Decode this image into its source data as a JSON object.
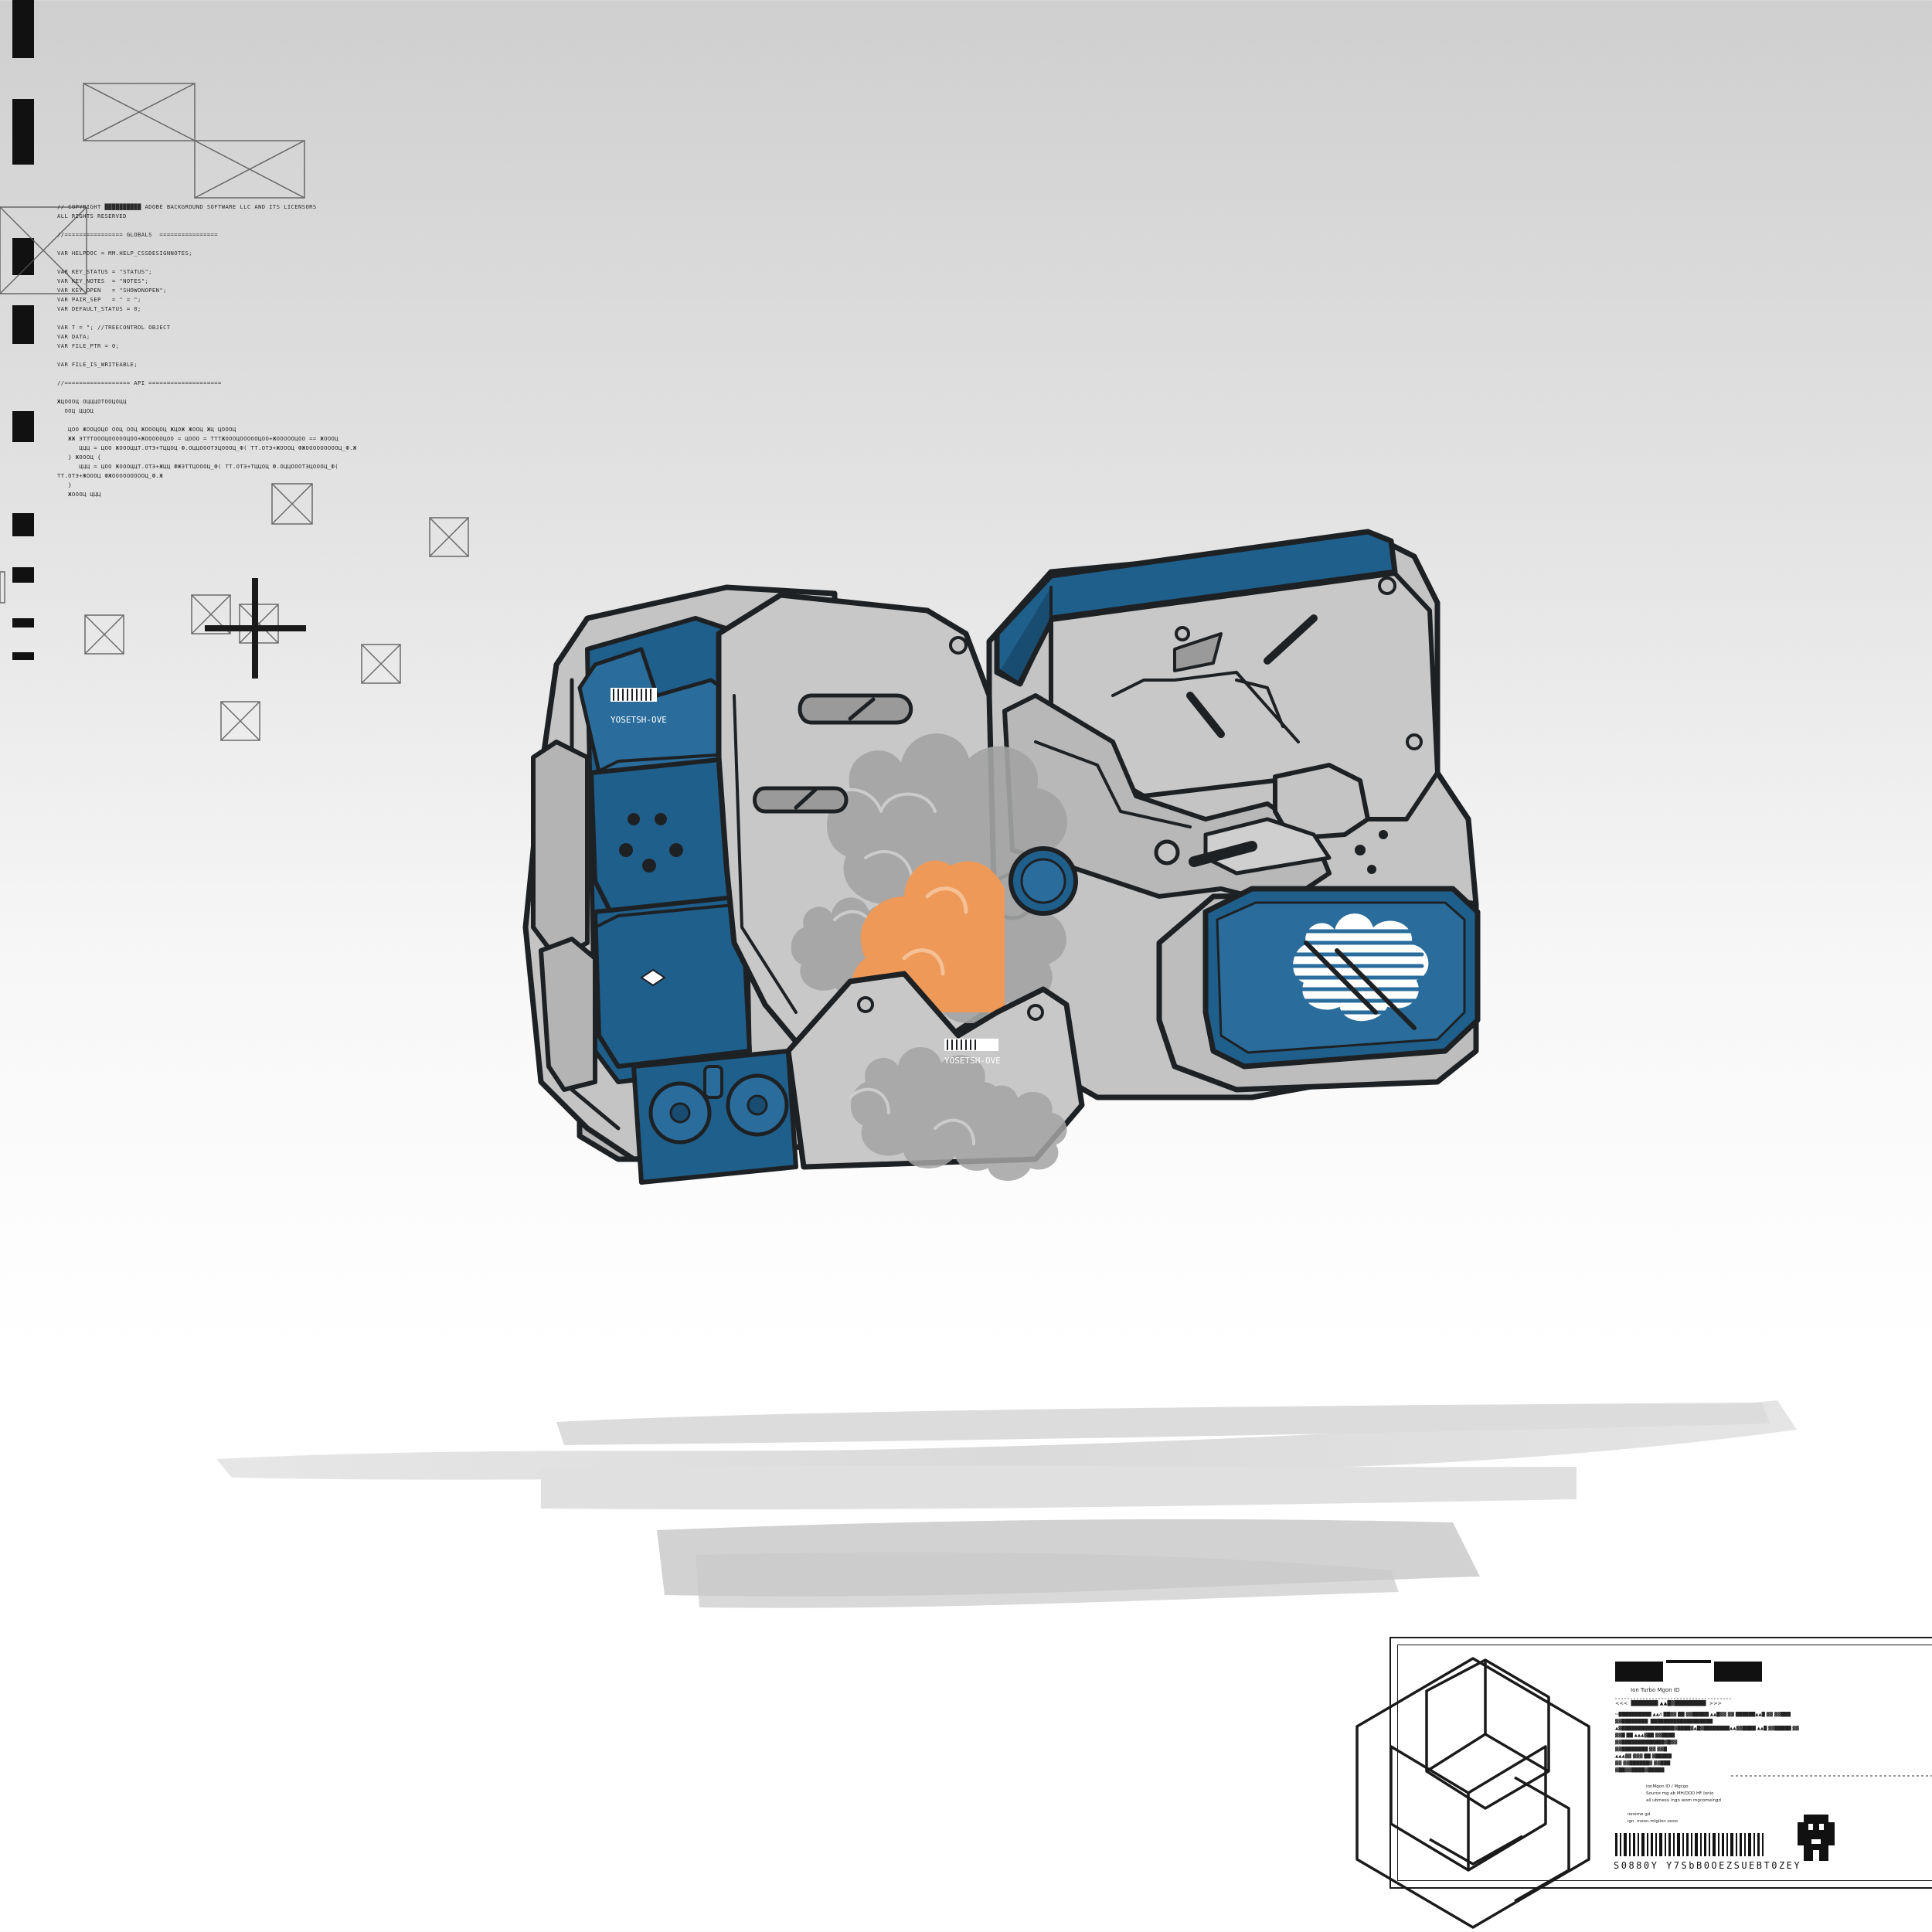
{
  "code_block": {
    "lines": [
      "// COPYRIGHT ██████████ ADOBE BACKGROUND SOFTWARE LLC AND ITS LICENSORS",
      "ALL RIGHTS RESERVED",
      "",
      "//================ GLOBALS  ================",
      "",
      "VAR HELPDOC = MM.HELP_CSSDESIGNNOTES;",
      "",
      "VAR KEY_STATUS = \"STATUS\";",
      "VAR KEY_NOTES  = \"NOTES\";",
      "VAR KEY_OPEN   = \"SHOWONOPEN\";",
      "VAR PAIR_SEP   = \" = \";",
      "VAR DEFAULT_STATUS = 0;",
      "",
      "VAR T = \"; //TREECONTROL OBJECT",
      "VAR DATA;",
      "VAR FILE_PTR = 0;",
      "",
      "VAR FILE_IS_WRITEABLE;",
      "",
      "//================== API ====================",
      "",
      "ЖЦОООЦ ОЦЦЦОТООЦОЦЦ",
      "  ООЦ ЦЦОЦ",
      "",
      "   ЦОО ЖООЦОЦО ООЦ ООЦ ЖОООЦОЦ ЖЦОЖ ЖООЦ ЖЦ ЦОООЦ",
      "   ЖЖ ЭТТТОООЦОООООЦОО+ЖОООООЦОО = ЦООО = ТТТЖОООЦОООООЦОО+ЖОООООЦОО == ЖОООЦ",
      "      ЦЦЦ = ЦОО ЖОООЦЦТ.ОТЭ+ТЦЦОЦ Ф.ОЦЦОООТЭЦОООЦ_Ф( ТТ.ОТЭ+ЖОООЦ ФЖОООООООООЦ_Ф.Ж",
      "   } ЖОООЦ {",
      "      ЦЦЦ = ЦОО ЖОООЦЦТ.ОТЭ+ЖЦЦ ФЖЭТТЦОООЦ_Ф( ТТ.ОТЭ+ТЦЦОЦ Ф.ОЦЦОООТЭЦОООЦ_Ф(",
      "ТТ.ОТЭ+ЖОООЦ ФЖОООООООООЦ_Ф.Ж",
      "   }",
      "   ЖОООЦ ЦЦЦ"
    ]
  },
  "spec_panel": {
    "title": "Ion Turbo Mgon ID",
    "subtitle": "<<<  ███████ ▲▲█▓████████  >>>",
    "body_lines": [
      "ꟷ██████████ ▲▲Δ ██▓▓ ██ ▓▓█████ ▲▲█▓▓ ▓▓ ██████▲▲█ ▓▓ ▓▓███",
      "▓▓████████  ███████████████████",
      "▲▓████████████████▓████▓▲█▓████████▲▲▓▓████ ▲▲█ ▓▓█████ ▓▓",
      "▓▓█ ██ ▲▲▲▓██ ▓▓████",
      "▓▓█████████████▓█▓▓",
      "▓▓████████ ▓▓ ▓▓█",
      "▲▲▲▓▓ ▓▓▓ ██ ▓█████",
      "▓▓ ▓▓██████▓ ▓▓███",
      "▓██▓▓████▓█████"
    ],
    "footer_lines": [
      "IonMgon ID / Mgcgo",
      "Source mg ab MH/DDD HF Ionio",
      "all ubmesu ingo ieom mgcomeingd",
      "",
      "ioneme gd",
      "ign. meon.mIgilon oooo"
    ],
    "barcode_number": "S0880Y Y7SbB0OEZSUEBT0ZEY"
  },
  "colors": {
    "outline": "#1e2124",
    "armor_gray": "#c4c4c4",
    "armor_shadow": "#9a9a9a",
    "armor_light": "#d8d8d8",
    "blue": "#1f5f8c",
    "blue_light": "#2e73a3",
    "orange": "#ee9958",
    "cloud": "#a4a4a4"
  },
  "labels": {
    "tag_left": "YOSETSH-OVE",
    "tag_center": "YOSETSH-OVE"
  }
}
